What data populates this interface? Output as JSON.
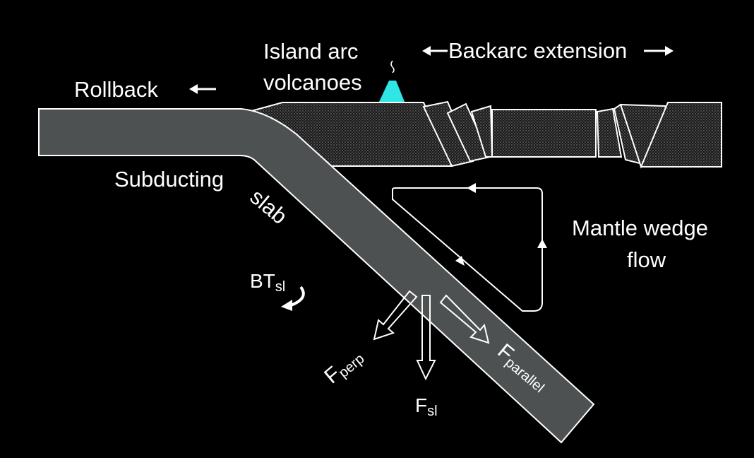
{
  "colors": {
    "background": "#000000",
    "slab_fill": "#4d5152",
    "plate_fill": "#1a1a1a",
    "stipple": "#8a8a8a",
    "volcano": "#2ee6e6",
    "line": "#ffffff"
  },
  "labels": {
    "island_arc_line1": "Island arc",
    "island_arc_line2": "volcanoes",
    "backarc": "Backarc extension",
    "rollback": "Rollback",
    "subducting": "Subducting",
    "slab": "slab",
    "mantle_line1": "Mantle wedge",
    "mantle_line2": "flow",
    "bt_main": "BT",
    "bt_sub": "sl",
    "fperp_main": "F",
    "fperp_sub": "perp",
    "fsl_main": "F",
    "fsl_sub": "sl",
    "fpar_main": "F",
    "fpar_sub": "parallel"
  },
  "icons": {
    "rollback_arrow": "left-arrow-icon",
    "backarc_arrows": "double-headed-arrow-icon",
    "volcano": "volcano-icon",
    "torque": "curved-arrow-icon",
    "forces": "hollow-arrow-icon",
    "flow": "circulation-arrow-icon"
  }
}
